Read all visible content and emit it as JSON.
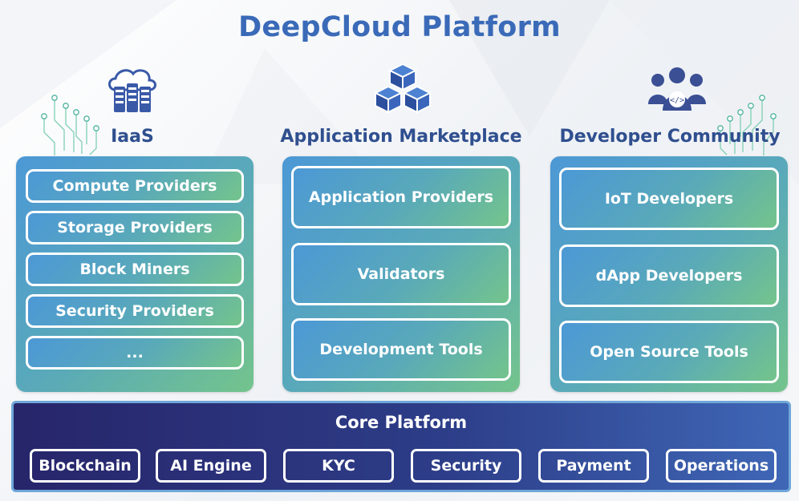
{
  "title": "DeepCloud Platform",
  "columns": [
    {
      "heading": "IaaS",
      "icon": "server-cloud-icon",
      "items": [
        "Compute Providers",
        "Storage Providers",
        "Block Miners",
        "Security Providers",
        "..."
      ]
    },
    {
      "heading": "Application Marketplace",
      "icon": "cubes-icon",
      "items": [
        "Application Providers",
        "Validators",
        "Development Tools"
      ]
    },
    {
      "heading": "Developer Community",
      "icon": "developers-icon",
      "items": [
        "IoT Developers",
        "dApp Developers",
        "Open Source Tools"
      ]
    }
  ],
  "core": {
    "title": "Core Platform",
    "items": [
      "Blockchain",
      "AI Engine",
      "KYC",
      "Security",
      "Payment",
      "Operations"
    ]
  },
  "colors": {
    "title": "#3a6ab8",
    "heading": "#2f4f8f",
    "panel_start": "#4c98d6",
    "panel_end": "#74c48c",
    "core_start": "#27256a",
    "core_end": "#3f67b6"
  }
}
